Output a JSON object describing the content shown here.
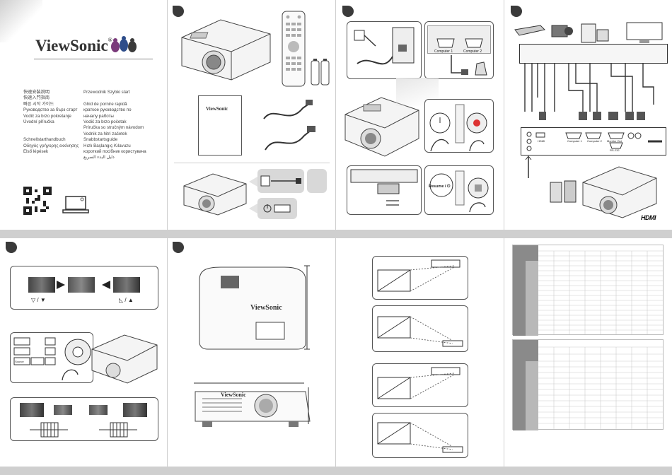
{
  "brand": {
    "name": "ViewSonic",
    "registered": "®"
  },
  "languages": {
    "col1": [
      "快速安裝說明",
      "快速入門指南",
      "빠른 시작 가이드",
      "Руководство за бърз старт",
      "Vodič za brzo pokretanje",
      "Úvodní příručka",
      "",
      "",
      "Schnellstarthandbuch",
      "Οδηγός γρήγορης εκκίνησης",
      "Első lépések"
    ],
    "col2": [
      "Przewodnik Szybki start",
      "",
      "Ghid de pornire rapidă",
      "краткое руководство по",
      "началу работы",
      "Vodič za brzo početak",
      "Príručka so stručným návodom",
      "Vodnik za hitri začetek",
      "Snabbstartsguide",
      "Hızlı Başlangıç Kılavuzu",
      "короткий посібник користувача",
      "دليل البدء السريع"
    ]
  },
  "connections": {
    "computer1": "Computer 1",
    "computer2": "Computer 2"
  },
  "rear_panel": {
    "hdmi": "HDMI",
    "computer1": "Computer 1",
    "computer2": "Computer 2",
    "monitor_out": "Monitor Out",
    "rs232": "RS-232"
  },
  "buttons": {
    "source": "Source",
    "power_label": "Resume / ⏻"
  },
  "dimensions_brand": "ViewSonic",
  "hdmi_logo": "HDMI",
  "keystone": {
    "left": "▽ / ▼",
    "right": "◺ / ▲"
  },
  "colors": {
    "badge": "#3a3a3a",
    "band": "#cfcfcf",
    "panel_border": "#555555",
    "table_header": "#8a8a8a"
  }
}
